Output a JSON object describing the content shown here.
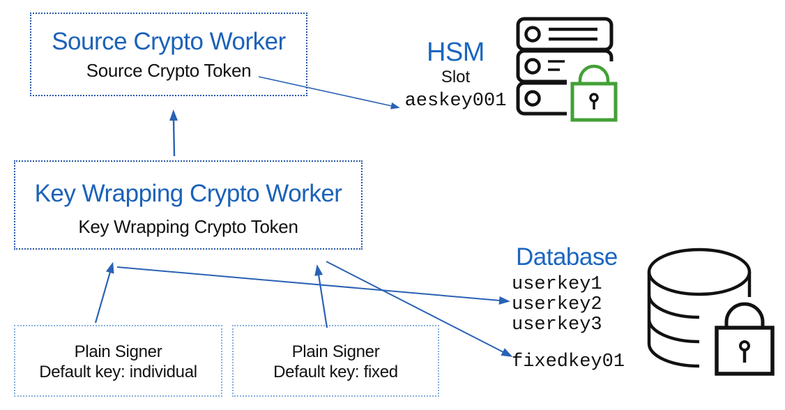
{
  "diagram": {
    "boxes": {
      "source_worker": {
        "title": "Source Crypto Worker",
        "subtitle": "Source Crypto Token"
      },
      "key_wrapping_worker": {
        "title": "Key Wrapping Crypto Worker",
        "subtitle": "Key Wrapping Crypto Token"
      },
      "plain_signer_individual": {
        "line1": "Plain Signer",
        "line2": "Default key: individual"
      },
      "plain_signer_fixed": {
        "line1": "Plain Signer",
        "line2": "Default key: fixed"
      }
    },
    "hsm": {
      "label": "HSM",
      "slot_label": "Slot",
      "key_name": "aeskey001"
    },
    "database": {
      "label": "Database",
      "user_keys": [
        "userkey1",
        "userkey2",
        "userkey3"
      ],
      "fixed_key": "fixedkey01"
    },
    "icons": [
      "hsm-server-icon",
      "green-padlock-icon",
      "database-cylinder-icon",
      "black-padlock-icon"
    ],
    "colors": {
      "blue_text": "#1b62b8",
      "hsm_db_blue": "#1b66c0",
      "arrow_blue": "#2a61b4",
      "box_border_blue": "#2457a8",
      "signer_border_light_blue": "#85aede",
      "lock_green": "#43a036",
      "icon_black": "#121212"
    }
  }
}
